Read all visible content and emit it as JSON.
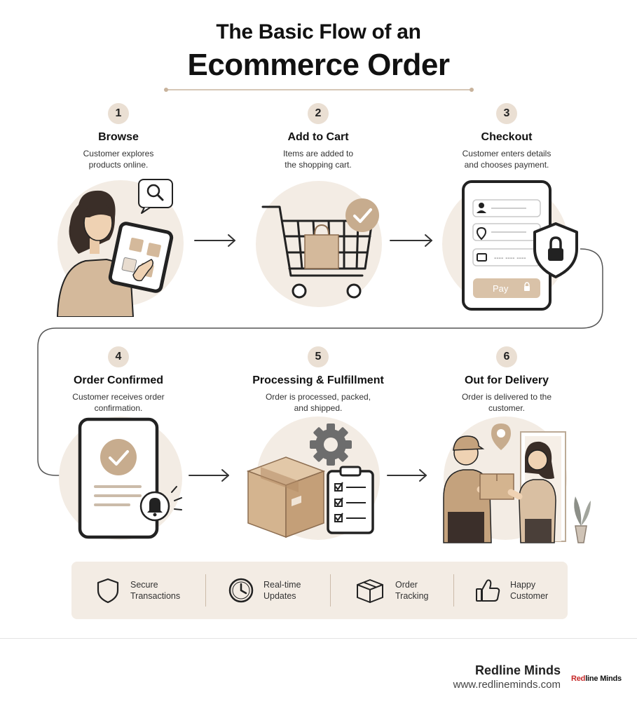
{
  "title": {
    "line1": "The Basic Flow of an",
    "line2": "Ecommerce Order"
  },
  "steps": [
    {
      "number": "1",
      "title": "Browse",
      "desc_line1": "Customer explores",
      "desc_line2": "products online."
    },
    {
      "number": "2",
      "title": "Add to Cart",
      "desc_line1": "Items are added to",
      "desc_line2": "the shopping cart."
    },
    {
      "number": "3",
      "title": "Checkout",
      "desc_line1": "Customer enters details",
      "desc_line2": "and chooses payment."
    },
    {
      "number": "4",
      "title": "Order Confirmed",
      "desc_line1": "Customer receives order",
      "desc_line2": "confirmation."
    },
    {
      "number": "5",
      "title": "Processing & Fulfillment",
      "desc_line1": "Order is processed, packed,",
      "desc_line2": "and shipped."
    },
    {
      "number": "6",
      "title": "Out for Delivery",
      "desc_line1": "Order is delivered to the",
      "desc_line2": "customer."
    }
  ],
  "checkout_form": {
    "card_placeholder": "---- ---- ----",
    "pay_label": "Pay"
  },
  "features": [
    {
      "icon": "shield-icon",
      "line1": "Secure",
      "line2": "Transactions"
    },
    {
      "icon": "clock-icon",
      "line1": "Real-time",
      "line2": "Updates"
    },
    {
      "icon": "box-icon",
      "line1": "Order",
      "line2": "Tracking"
    },
    {
      "icon": "thumbs-up-icon",
      "line1": "Happy",
      "line2": "Customer"
    }
  ],
  "footer": {
    "brand": "Redline Minds",
    "url": "www.redlineminds.com",
    "logo_part1": "Red",
    "logo_part2": "line Minds"
  },
  "colors": {
    "accent": "#c7ac8e",
    "tan": "#d4b99b",
    "circle_bg": "#f3ece4",
    "ink": "#111111",
    "logo_red": "#c62828"
  }
}
